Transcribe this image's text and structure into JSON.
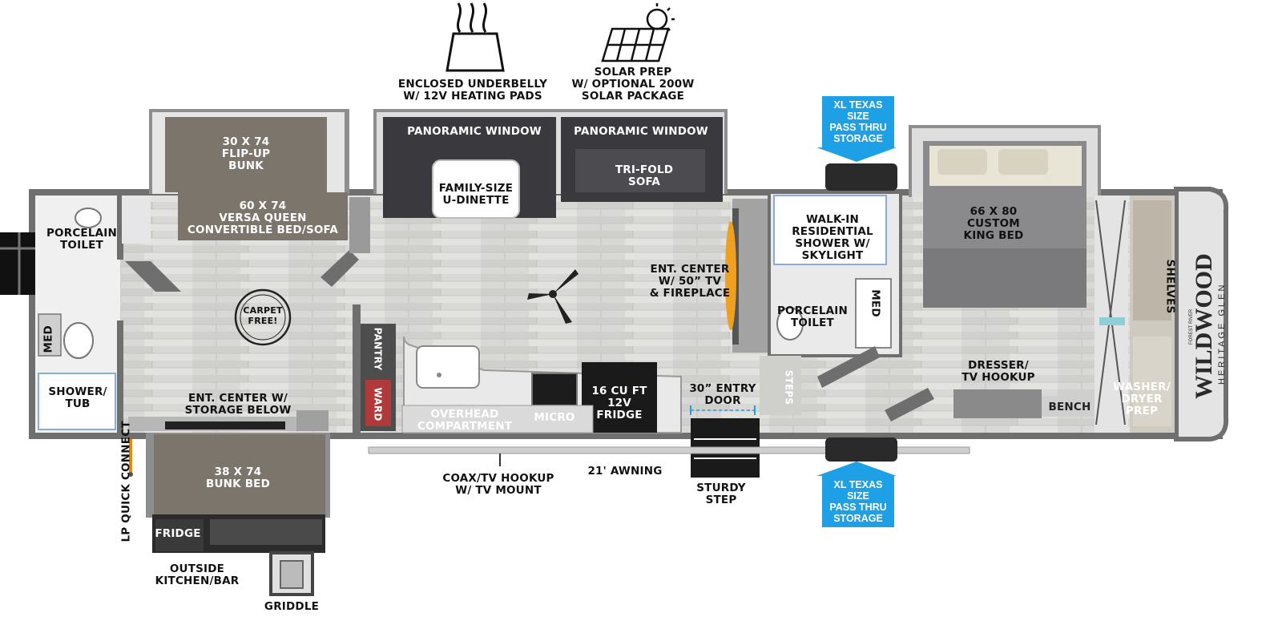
{
  "features": {
    "underbelly": "ENCLOSED UNDERBELLY\nW/ 12V HEATING PADS",
    "solar": "SOLAR PREP\nW/ OPTIONAL 200W\nSOLAR PACKAGE"
  },
  "storage_callouts": {
    "top": "XL TEXAS SIZE\nPASS THRU\nSTORAGE",
    "bottom": "XL TEXAS SIZE\nPASS THRU\nSTORAGE"
  },
  "rooms": {
    "flip_up_bunk": "30 X 74\nFLIP-UP\nBUNK",
    "versa_queen": "60 X 74\nVERSA QUEEN\nCONVERTIBLE BED/SOFA",
    "porcelain_toilet_front": "PORCELAIN\nTOILET",
    "med_front": "MED",
    "shower_tub": "SHOWER/\nTUB",
    "carpet_free": "CARPET\nFREE!",
    "ent_center_storage": "ENT. CENTER W/\nSTORAGE BELOW",
    "bunk_bed": "38 X 74\nBUNK BED",
    "outside_fridge": "FRIDGE",
    "outside_kitchen": "OUTSIDE\nKITCHEN/BAR",
    "griddle": "GRIDDLE",
    "lp_quick_connect": "LP QUICK\nCONNECT",
    "panoramic_window_1": "PANORAMIC WINDOW",
    "panoramic_window_2": "PANORAMIC WINDOW",
    "dinette": "FAMILY-SIZE\nU-DINETTE",
    "sofa": "TRI-FOLD\nSOFA",
    "pantry": "PANTRY",
    "ward": "WARD",
    "overhead": "OVERHEAD\nCOMPARTMENT",
    "micro": "MICRO",
    "fridge": "16 CU FT\n12V\nFRIDGE",
    "coax": "COAX/TV HOOKUP\nW/ TV MOUNT",
    "awning": "21' AWNING",
    "entry_door": "30” ENTRY\nDOOR",
    "sturdy_step": "STURDY\nSTEP",
    "ent_center_tv": "ENT. CENTER\nW/ 50” TV\n& FIREPLACE",
    "walk_in_shower": "WALK-IN\nRESIDENTIAL\nSHOWER W/\nSKYLIGHT",
    "porcelain_toilet_rear": "PORCELAIN\nTOILET",
    "med_rear": "MED",
    "steps": "STEPS",
    "king_bed": "66 X  80\nCUSTOM\nKING BED",
    "dresser": "DRESSER/\nTV HOOKUP",
    "bench": "BENCH",
    "shelves": "SHELVES",
    "washer_dryer": "WASHER/\nDRYER\nPREP"
  },
  "logo": {
    "brand": "WILDWOOD",
    "sub": "HERITAGE GLEN",
    "maker": "FOREST RIVER"
  },
  "colors": {
    "wall": "#6f6f6f",
    "floor": "#d9d9d9",
    "cabinet": "#7b756c",
    "callout": "#1ea0e6",
    "fridge": "#1a1a1a",
    "sofa": "#3a3a3e"
  }
}
